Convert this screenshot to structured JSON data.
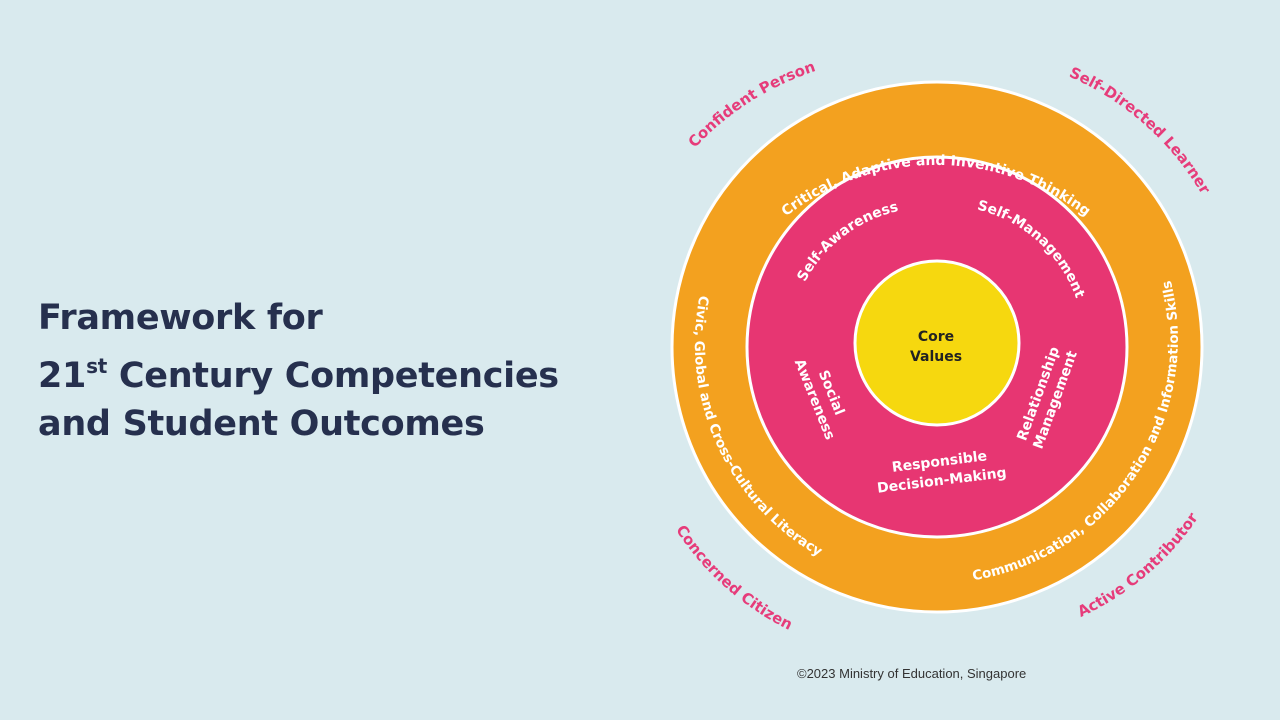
{
  "title": {
    "line1": "Framework for",
    "line2_num": "21",
    "line2_sup": "st",
    "line2_rest": " Century Competencies",
    "line3": "and Student Outcomes"
  },
  "outcomes": {
    "top_left": "Confident Person",
    "top_right": "Self-Directed Learner",
    "bottom_left": "Concerned Citizen",
    "bottom_right": "Active Contributor"
  },
  "competencies": {
    "top": "Critical, Adaptive and Inventive Thinking",
    "left": "Civic, Global and Cross-Cultural Literacy",
    "right": "Communication, Collaboration and Information Skills"
  },
  "sel": {
    "self_awareness": "Self-Awareness",
    "self_management": "Self-Management",
    "social_awareness_1": "Social",
    "social_awareness_2": "Awareness",
    "relationship_1": "Relationship",
    "relationship_2": "Management",
    "responsible_1": "Responsible",
    "responsible_2": "Decision-Making"
  },
  "core": {
    "line1": "Core",
    "line2": "Values"
  },
  "copyright": "©2023 Ministry of Education, Singapore",
  "colors": {
    "background": "#d9eaee",
    "outer_ring": "#f3a11f",
    "middle_ring": "#e73672",
    "core": "#f6d80f",
    "outcome_text": "#e63c7a",
    "title_text": "#26304e"
  }
}
